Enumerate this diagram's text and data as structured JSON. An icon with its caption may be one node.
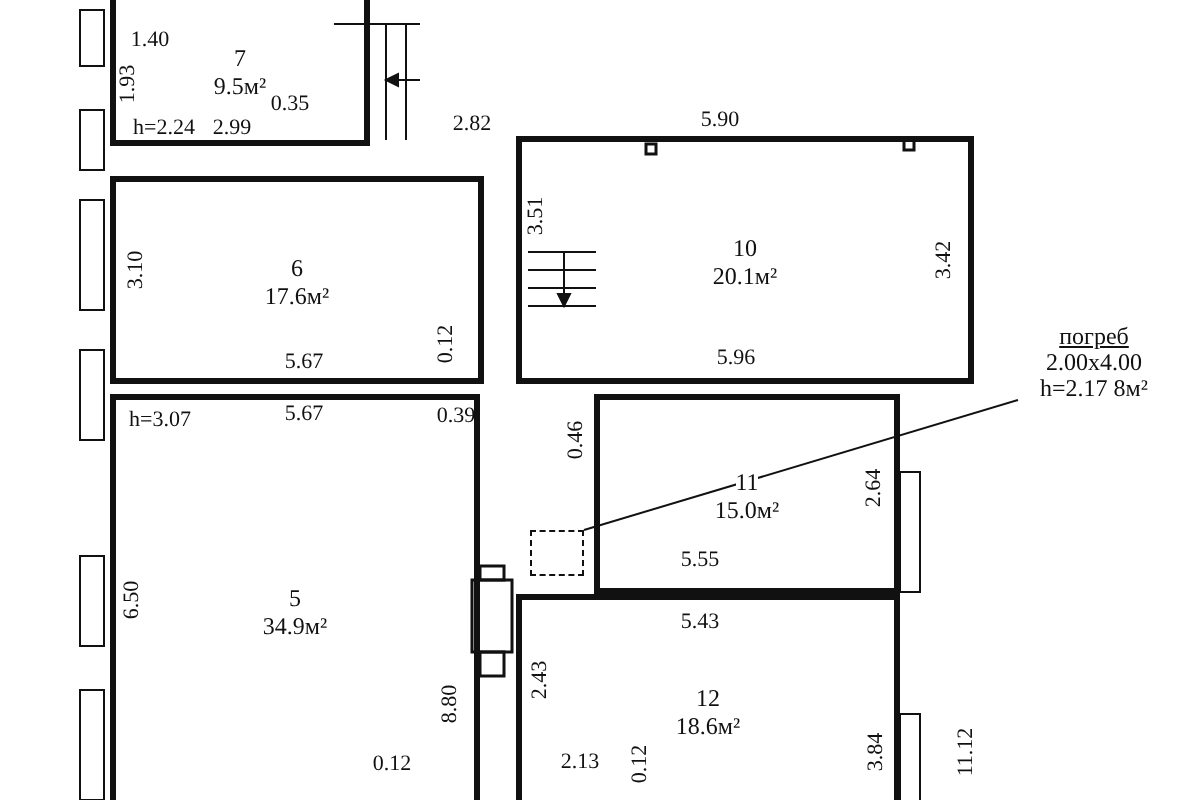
{
  "diagram": {
    "nodes": [
      {
        "text": [
          "7",
          "9.5м²"
        ]
      },
      {
        "text": [
          "10",
          "20.1м²"
        ]
      },
      {
        "text": [
          "6",
          "17.6м²"
        ]
      },
      {
        "text": [
          "погреб",
          "2.00x4.00 h=2.17 8м²"
        ]
      },
      {
        "text": [
          "11",
          "15.0м²"
        ]
      },
      {
        "text": [],
        "shape": "box"
      },
      {
        "text": [
          "5",
          "34.9м²"
        ]
      },
      {
        "text": [
          "12",
          "18.6м²"
        ]
      }
    ],
    "edges": [
      {
        "from": 3,
        "to": 5,
        "arrow": "none"
      }
    ],
    "labels": [
      "1.40",
      "1.93",
      "0.35",
      "h=2.24",
      "2.99",
      "2.82",
      "5.90",
      "3.51",
      "3.10",
      "0.12",
      "5.67",
      "h=3.07",
      "5.67",
      "0.39",
      "0.46",
      "5.96",
      "3.42",
      "2.64",
      "5.55",
      "5.43",
      "6.50",
      "8.80",
      "2.43",
      "0.12",
      "2.13",
      "0.12",
      "3.84",
      "11.12"
    ]
  }
}
